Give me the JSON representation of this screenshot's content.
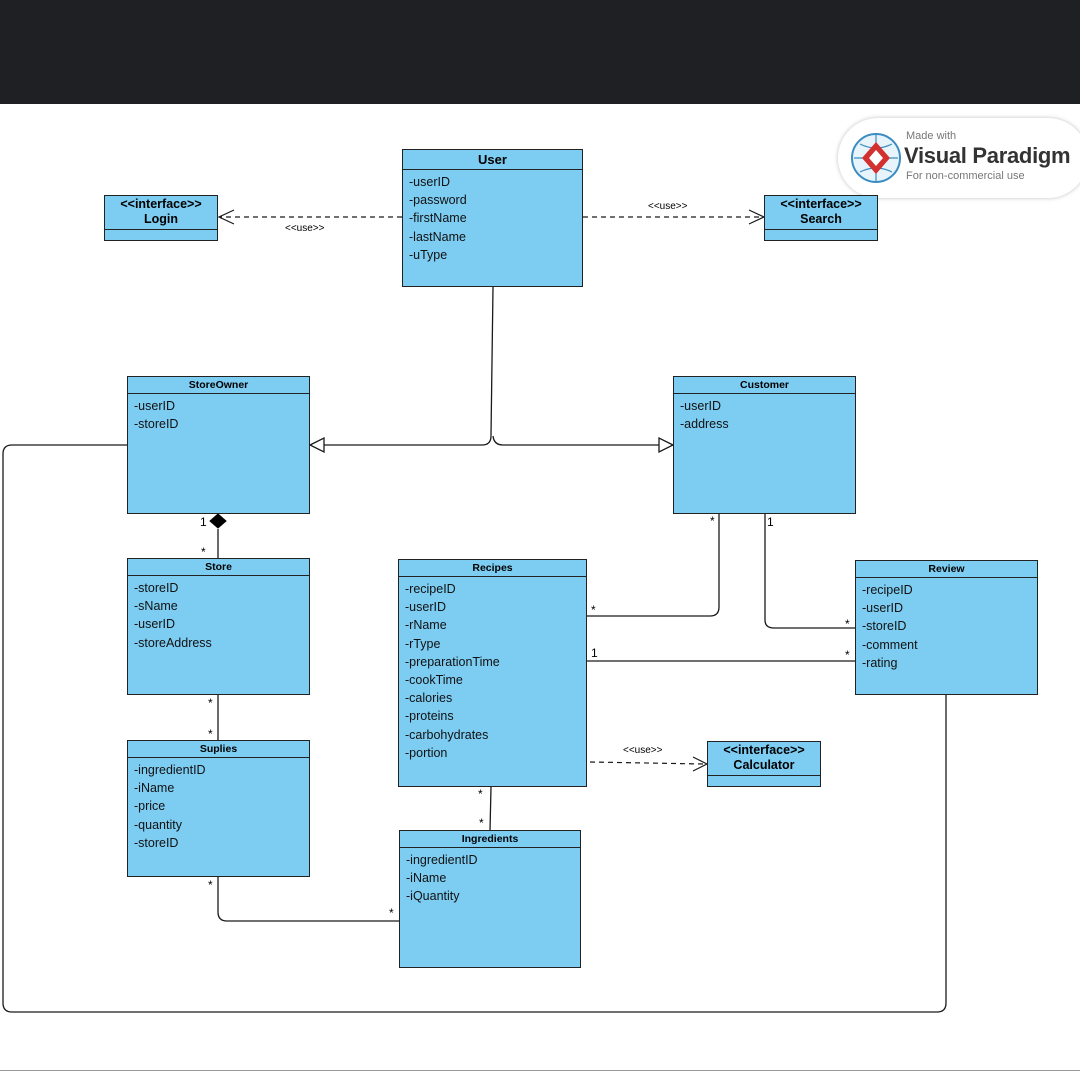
{
  "watermark": {
    "made_with": "Made with",
    "brand": "Visual Paradigm",
    "note": "For non-commercial use"
  },
  "classes": {
    "user": {
      "name": "User",
      "attributes": [
        "-userID",
        "-password",
        "-firstName",
        "-lastName",
        "-uType"
      ]
    },
    "storeowner": {
      "name": "StoreOwner",
      "attributes": [
        "-userID",
        "-storeID"
      ]
    },
    "customer": {
      "name": "Customer",
      "attributes": [
        "-userID",
        "-address"
      ]
    },
    "store": {
      "name": "Store",
      "attributes": [
        "-storeID",
        "-sName",
        "-userID",
        "-storeAddress"
      ]
    },
    "recipes": {
      "name": "Recipes",
      "attributes": [
        "-recipeID",
        "-userID",
        "-rName",
        "-rType",
        "-preparationTime",
        "-cookTime",
        "-calories",
        "-proteins",
        "-carbohydrates",
        "-portion"
      ]
    },
    "review": {
      "name": "Review",
      "attributes": [
        "-recipeID",
        "-userID",
        "-storeID",
        "-comment",
        "-rating"
      ]
    },
    "suplies": {
      "name": "Suplies",
      "attributes": [
        "-ingredientID",
        "-iName",
        "-price",
        "-quantity",
        "-storeID"
      ]
    },
    "ingredients": {
      "name": "Ingredients",
      "attributes": [
        "-ingredientID",
        "-iName",
        "-iQuantity"
      ]
    }
  },
  "interfaces": {
    "login": {
      "stereotype": "<<interface>>",
      "name": "Login"
    },
    "search": {
      "stereotype": "<<interface>>",
      "name": "Search"
    },
    "calculator": {
      "stereotype": "<<interface>>",
      "name": "Calculator"
    }
  },
  "relationships": {
    "use_label": "<<use>>",
    "mult_one": "1",
    "mult_many": "*"
  }
}
